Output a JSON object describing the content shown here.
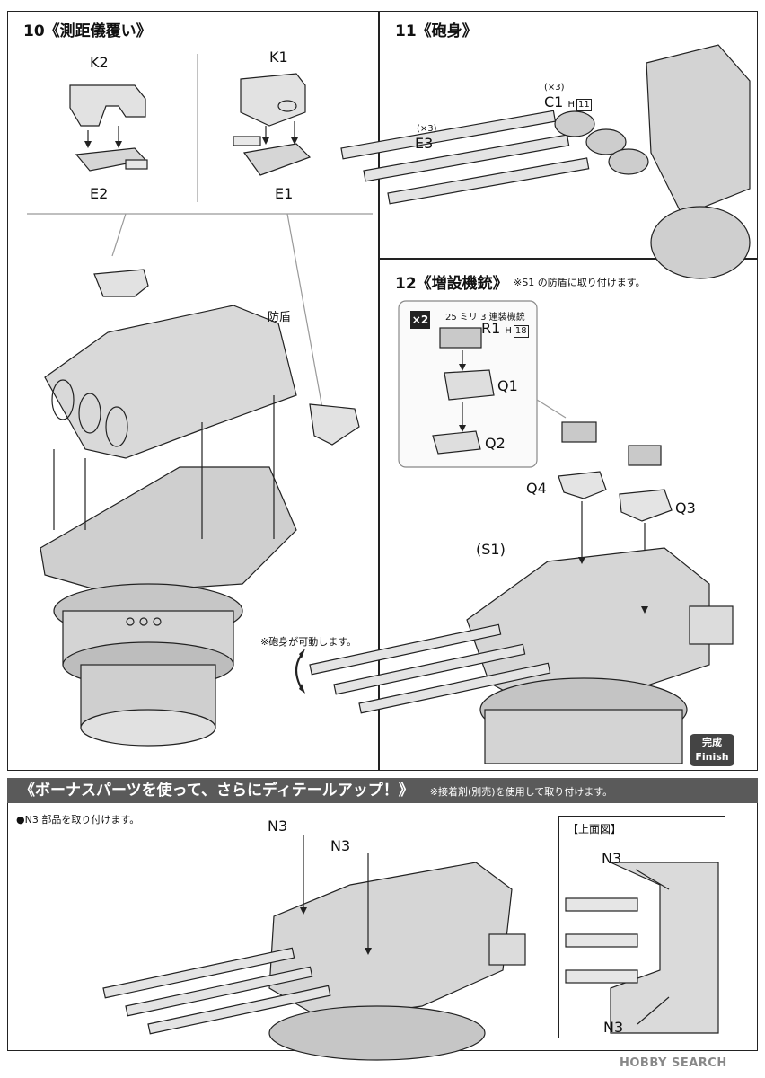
{
  "step10": {
    "title": "10《測距儀覆い》",
    "parts": {
      "k2": "K2",
      "k1": "K1",
      "e2": "E2",
      "e1": "E1"
    },
    "shield_label": "防盾",
    "movable_note": "※砲身が可動します。"
  },
  "step11": {
    "title": "11《砲身》",
    "c1_qty": "(×3)",
    "c1_label": "C1",
    "c1_runner": "H",
    "c1_runner_num": "11",
    "e3_qty": "(×3)",
    "e3_label": "E3"
  },
  "step12": {
    "title": "12《増設機銃》",
    "note": "※S1 の防盾に取り付けます。",
    "multiplier": "×2",
    "gun_caption": "25 ミリ 3 連装機銃",
    "r1_label": "R1",
    "r1_runner": "H",
    "r1_runner_num": "18",
    "q1": "Q1",
    "q2": "Q2",
    "q4": "Q4",
    "q3": "Q3",
    "s1": "(S1)"
  },
  "finish": {
    "jp": "完成",
    "en": "Finish"
  },
  "bonus": {
    "title": "《ボーナスパーツを使って、さらにディテールアップ！》",
    "sub": "※接着剤(別売)を使用して取り付けます。",
    "instruction": "●N3 部品を取り付けます。",
    "n3_a": "N3",
    "n3_b": "N3",
    "top_view_title": "【上面図】",
    "top_n3_a": "N3",
    "top_n3_b": "N3"
  },
  "watermark": "HOBBY SEARCH",
  "colors": {
    "line": "#222222",
    "fill_light": "#d6d6d6",
    "fill_mid": "#b5b5b5",
    "bar": "#5a5a5a"
  }
}
